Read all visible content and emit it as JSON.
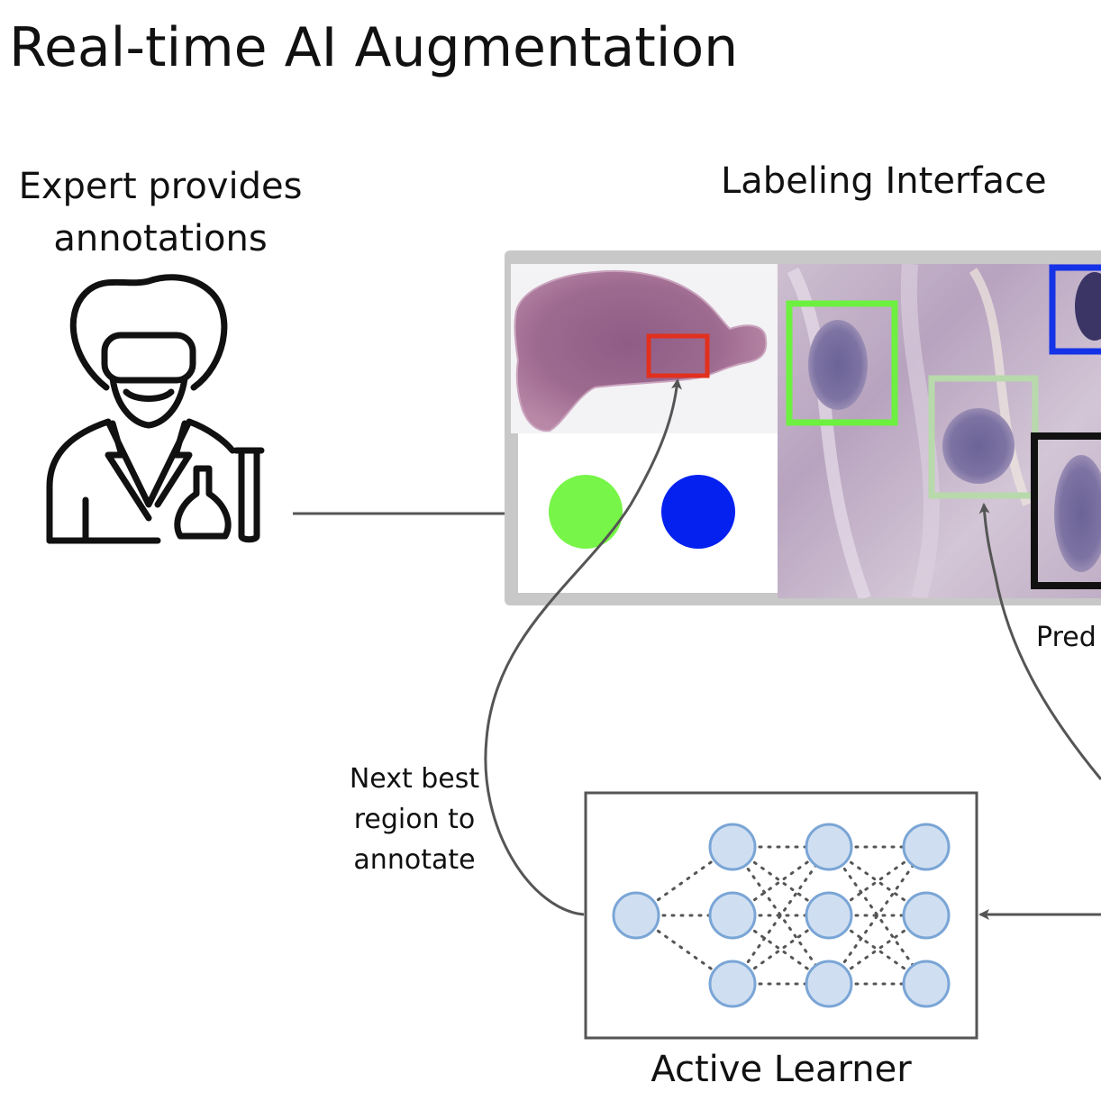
{
  "title": "Real-time AI Augmentation",
  "expert": {
    "label_line1": "Expert provides",
    "label_line2": "annotations",
    "icon": "scientist-icon"
  },
  "labeling_interface": {
    "label": "Labeling Interface",
    "class_colors": [
      "#77f548",
      "#0421f0"
    ],
    "box_colors": [
      "#6df03f",
      "#b8d9ab",
      "#1432e6",
      "#111111",
      "#e1301e"
    ]
  },
  "edges": {
    "next_best_line1": "Next best",
    "next_best_line2": "region to",
    "next_best_line3": "annotate",
    "pred_partial": "Pred"
  },
  "active_learner": {
    "label": "Active Learner",
    "layers": [
      1,
      3,
      3,
      3
    ]
  },
  "colors": {
    "arrow": "#555555",
    "node_fill": "#cfdff1",
    "node_stroke": "#7aa5d6"
  }
}
